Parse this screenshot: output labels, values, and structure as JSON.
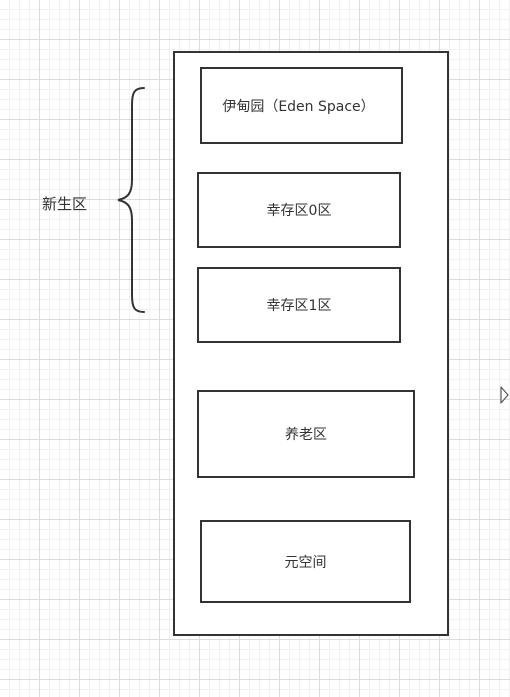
{
  "diagram": {
    "group_label": "新生区",
    "boxes": [
      {
        "id": "eden",
        "label": "伊甸园（Eden Space）"
      },
      {
        "id": "survivor0",
        "label": "幸存区0区"
      },
      {
        "id": "survivor1",
        "label": "幸存区1区"
      },
      {
        "id": "old",
        "label": "养老区"
      },
      {
        "id": "metaspace",
        "label": "元空间"
      }
    ]
  },
  "colors": {
    "stroke": "#333333",
    "grid": "#dcdcdc",
    "background": "#ffffff"
  }
}
